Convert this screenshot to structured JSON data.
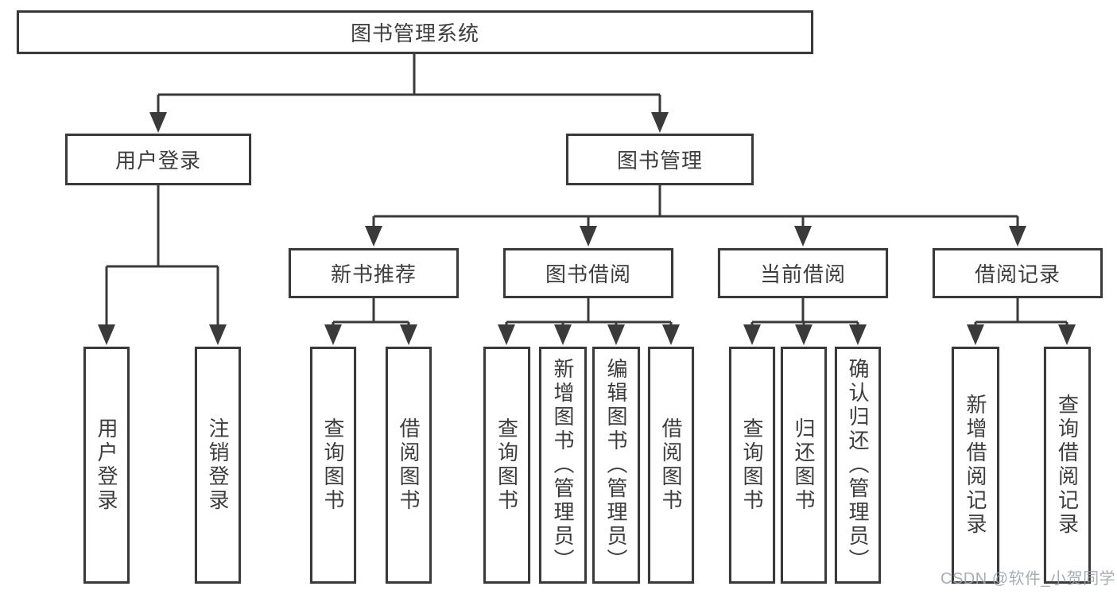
{
  "diagram": {
    "root": {
      "label": "图书管理系统",
      "children": [
        {
          "label": "用户登录",
          "children": [
            {
              "label": "用户登录"
            },
            {
              "label": "注销登录"
            }
          ]
        },
        {
          "label": "图书管理",
          "children": [
            {
              "label": "新书推荐",
              "children": [
                {
                  "label": "查询图书"
                },
                {
                  "label": "借阅图书"
                }
              ]
            },
            {
              "label": "图书借阅",
              "children": [
                {
                  "label": "查询图书"
                },
                {
                  "label": "新增图书（管理员）"
                },
                {
                  "label": "编辑图书（管理员）"
                },
                {
                  "label": "借阅图书"
                }
              ]
            },
            {
              "label": "当前借阅",
              "children": [
                {
                  "label": "查询图书"
                },
                {
                  "label": "归还图书"
                },
                {
                  "label": "确认归还（管理员）"
                }
              ]
            },
            {
              "label": "借阅记录",
              "children": [
                {
                  "label": "新增借阅记录"
                },
                {
                  "label": "查询借阅记录"
                }
              ]
            }
          ]
        }
      ]
    },
    "watermark": "CSDN @软件_小贺同学"
  },
  "colors": {
    "line": "#3a3a3a",
    "text": "#3d3d3d",
    "bg": "#ffffff",
    "watermark": "#9aa0aa"
  }
}
